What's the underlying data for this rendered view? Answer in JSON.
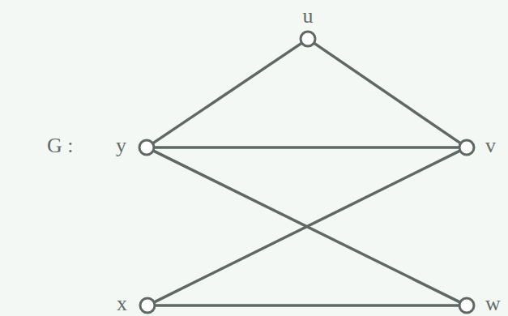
{
  "diagram": {
    "nodes": [
      {
        "text": [
          "u"
        ]
      },
      {
        "text": [
          "y"
        ]
      },
      {
        "text": [
          "v"
        ]
      },
      {
        "text": [
          "x"
        ]
      },
      {
        "text": [
          "w"
        ]
      }
    ],
    "edges": [
      {
        "from": 0,
        "to": 1,
        "arrow": "none"
      },
      {
        "from": 0,
        "to": 2,
        "arrow": "none"
      },
      {
        "from": 1,
        "to": 2,
        "arrow": "none"
      },
      {
        "from": 1,
        "to": 4,
        "arrow": "none"
      },
      {
        "from": 3,
        "to": 2,
        "arrow": "none"
      },
      {
        "from": 3,
        "to": 4,
        "arrow": "none"
      }
    ],
    "labels": [
      "G :"
    ]
  }
}
